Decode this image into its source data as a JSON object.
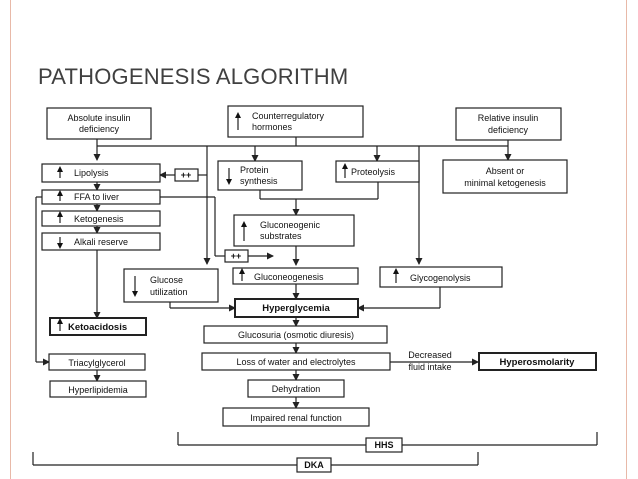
{
  "title": "PATHOGENESIS ALGORITHM",
  "diagram": {
    "absolute_insulin": [
      "Absolute insulin",
      "deficiency"
    ],
    "counterregulatory": [
      "Counterregulatory",
      "hormones"
    ],
    "relative_insulin": [
      "Relative insulin",
      "deficiency"
    ],
    "lipolysis": "Lipolysis",
    "ffa_to_liver": "FFA to liver",
    "ketogenesis": "Ketogenesis",
    "alkali_reserve": "Alkali reserve",
    "protein_synthesis": [
      "Protein",
      "synthesis"
    ],
    "proteolysis": "Proteolysis",
    "absent_ketogenesis": [
      "Absent or",
      "minimal ketogenesis"
    ],
    "gluconeogenic_substrates": [
      "Gluconeogenic",
      "substrates"
    ],
    "glucose_utilization": [
      "Glucose",
      "utilization"
    ],
    "gluconeogenesis": "Gluconeogenesis",
    "glycogenolysis": "Glycogenolysis",
    "hyperglycemia": "Hyperglycemia",
    "ketoacidosis": "Ketoacidosis",
    "glucosuria": "Glucosuria (osmotic diuresis)",
    "loss_water": "Loss of water and electrolytes",
    "decreased_fluid": [
      "Decreased",
      "fluid intake"
    ],
    "hyperosmolarity": "Hyperosmolarity",
    "triacylglycerol": "Triacylglycerol",
    "hyperlipidemia": "Hyperlipidemia",
    "dehydration": "Dehydration",
    "impaired_renal": "Impaired renal function",
    "plus_plus": "++",
    "hhs": "HHS",
    "dka": "DKA"
  }
}
